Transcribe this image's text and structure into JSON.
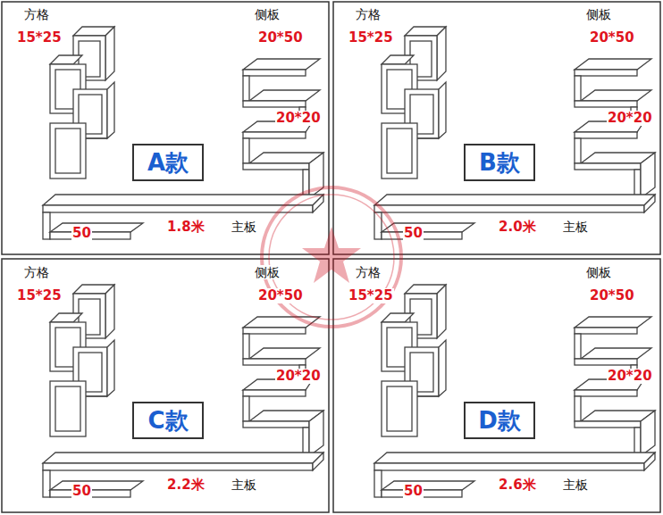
{
  "diagram": {
    "nodes": [
      {
        "text": [
          "A款"
        ]
      },
      {
        "text": [
          "B款"
        ]
      },
      {
        "text": [
          "C款"
        ]
      },
      {
        "text": [
          "D款"
        ]
      }
    ],
    "labels": [
      "方格",
      "15*25",
      "侧板",
      "20*50",
      "20*20",
      "50",
      "1.8米",
      "主板",
      "方格",
      "15*25",
      "侧板",
      "20*50",
      "20*20",
      "50",
      "2.0米",
      "主板",
      "方格",
      "15*25",
      "侧板",
      "20*50",
      "20*20",
      "50",
      "2.2米",
      "主板",
      "方格",
      "15*25",
      "侧板",
      "20*50",
      "20*20",
      "50",
      "2.6米",
      "主板"
    ]
  }
}
